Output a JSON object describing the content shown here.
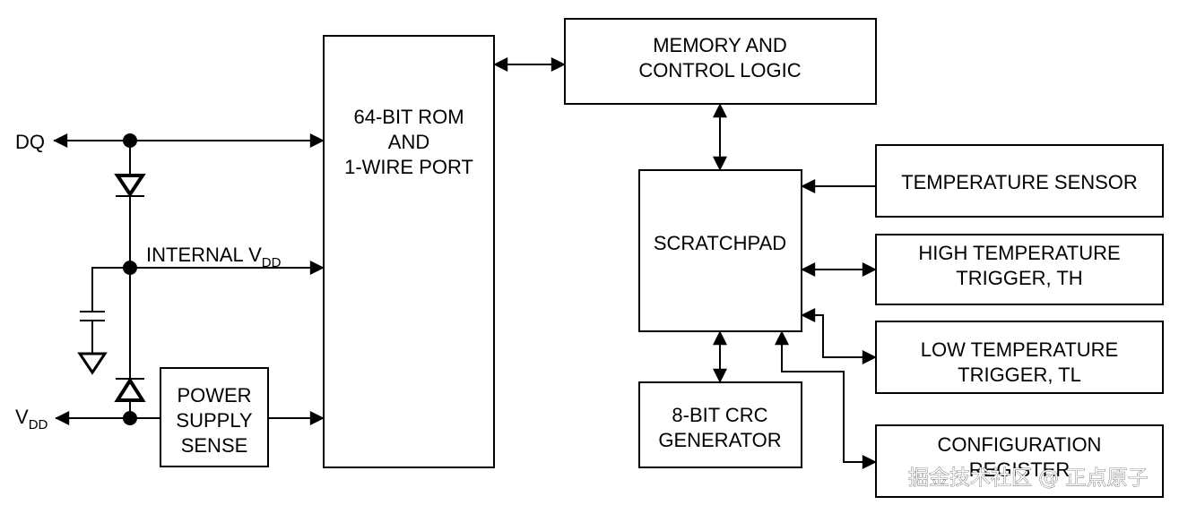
{
  "signals": {
    "dq": "DQ",
    "vdd_main": "V",
    "vdd_sub": "DD",
    "internal_main": "INTERNAL V",
    "internal_sub": "DD"
  },
  "blocks": {
    "rom": [
      "64-BIT ROM",
      "AND",
      "1-WIRE PORT"
    ],
    "memory": [
      "MEMORY AND",
      "CONTROL LOGIC"
    ],
    "scratchpad": [
      "SCRATCHPAD"
    ],
    "power": [
      "POWER",
      "SUPPLY",
      "SENSE"
    ],
    "crc": [
      "8-BIT CRC",
      "GENERATOR"
    ],
    "temp_sensor": [
      "TEMPERATURE SENSOR"
    ],
    "high_trigger": [
      "HIGH TEMPERATURE",
      "TRIGGER, TH"
    ],
    "low_trigger": [
      "LOW TEMPERATURE",
      "TRIGGER, TL"
    ],
    "config": [
      "CONFIGURATION",
      "REGISTER"
    ]
  },
  "watermark": "掘金技术社区 @ 正点原子"
}
